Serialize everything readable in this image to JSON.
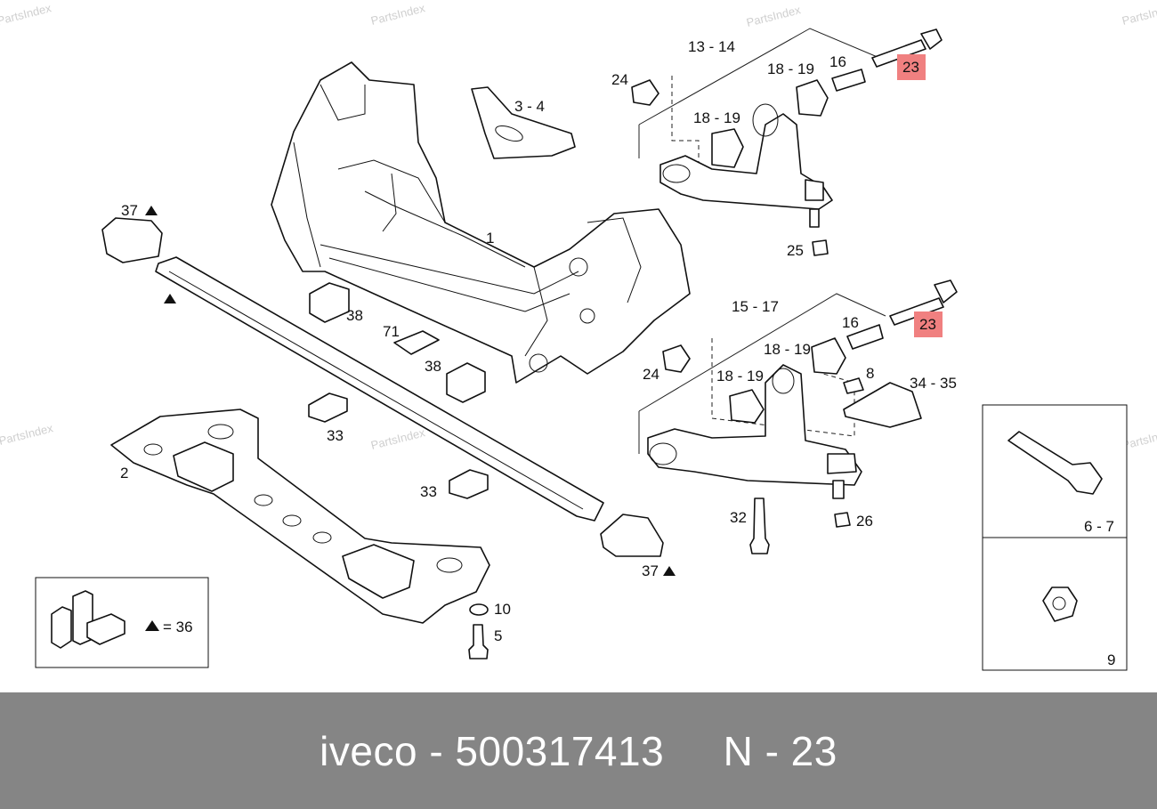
{
  "watermark": "PartsIndex",
  "labels": {
    "l1": "1",
    "l2": "2",
    "l3_4": "3 - 4",
    "l5": "5",
    "l6_7": "6 - 7",
    "l8": "8",
    "l9": "9",
    "l10": "10",
    "l13_14": "13 - 14",
    "l15_17": "15 - 17",
    "l16a": "16",
    "l16b": "16",
    "l18_19a": "18 - 19",
    "l18_19b": "18 - 19",
    "l18_19c": "18 - 19",
    "l18_19d": "18 - 19",
    "l23a": "23",
    "l23b": "23",
    "l24a": "24",
    "l24b": "24",
    "l25": "25",
    "l26": "26",
    "l32": "32",
    "l33a": "33",
    "l33b": "33",
    "l34_35": "34 - 35",
    "l37a": "37",
    "l37b": "37",
    "l38a": "38",
    "l38b": "38",
    "l71": "71",
    "legend": "= 36"
  },
  "highlight_color": "#f08080",
  "footer": {
    "text": "iveco - 500317413     N - 23",
    "background": "#858585"
  }
}
